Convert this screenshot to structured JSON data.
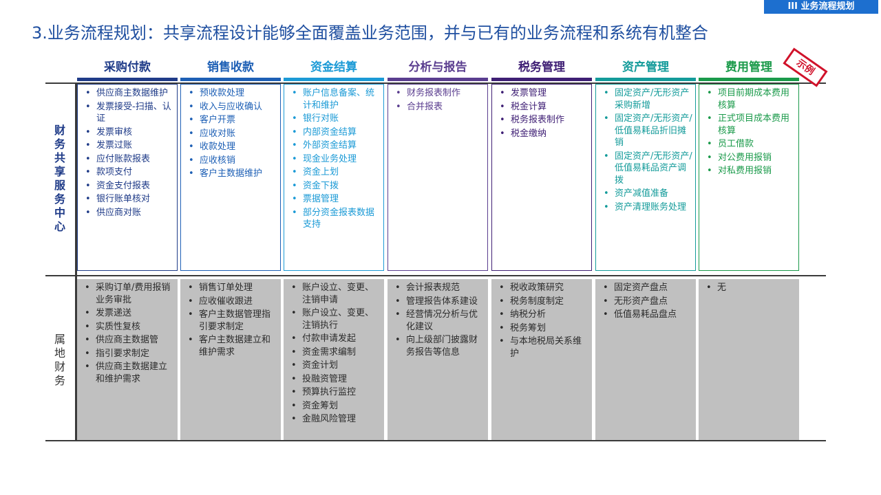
{
  "section_tag": "III 业务流程规划",
  "title": "3.业务流程规划：共享流程设计能够全面覆盖业务范围，并与已有的业务流程和系统有机整合",
  "stamp": "示例",
  "row_labels": {
    "top": "财务共享服务中心",
    "bottom": "属地财务"
  },
  "colors": {
    "title": "#1f4fa0",
    "columns": [
      "#1f3b88",
      "#1d5fb5",
      "#1b9ad6",
      "#5a3d8f",
      "#3e1e74",
      "#139b9a",
      "#1a9a4a"
    ]
  },
  "columns": [
    {
      "header": "采购付款",
      "shared": [
        "供应商主数据维护",
        "发票接受-扫描、认证",
        "发票审核",
        "发票过账",
        "应付账款报表",
        "款项支付",
        "资金支付报表",
        "银行账单核对",
        "供应商对账"
      ],
      "local": [
        "采购订单/费用报销业务审批",
        "发票递送",
        "实质性复核",
        "供应商主数据管",
        "指引要求制定",
        "供应商主数据建立和维护需求"
      ]
    },
    {
      "header": "销售收款",
      "shared": [
        "预收款处理",
        "收入与应收确认",
        "客户开票",
        "应收对账",
        "收款处理",
        "应收核销",
        "客户主数据维护"
      ],
      "local": [
        "销售订单处理",
        "应收催收跟进",
        "客户主数据管理指引要求制定",
        "客户主数据建立和维护需求"
      ]
    },
    {
      "header": "资金结算",
      "shared": [
        "账户信息备案、统计和维护",
        "银行对账",
        "内部资金结算",
        "外部资金结算",
        "现金业务处理",
        "资金上划",
        "资金下拨",
        "票据管理",
        "部分资金报表数据支持"
      ],
      "local": [
        "账户设立、变更、注销申请",
        "账户设立、变更、注销执行",
        "付款申请发起",
        "资金需求编制",
        "资金计划",
        "投融资管理",
        "预算执行监控",
        "资金筹划",
        "金融风险管理"
      ]
    },
    {
      "header": "分析与报告",
      "shared": [
        "财务报表制作",
        "合并报表"
      ],
      "local": [
        "会计报表规范",
        "管理报告体系建设",
        "经营情况分析与优化建议",
        "向上级部门披露财务报告等信息"
      ]
    },
    {
      "header": "税务管理",
      "shared": [
        "发票管理",
        "税金计算",
        "税务报表制作",
        "税金缴纳"
      ],
      "local": [
        "税收政策研究",
        "税务制度制定",
        "纳税分析",
        "税务筹划",
        "与本地税局关系维护"
      ]
    },
    {
      "header": "资产管理",
      "shared": [
        "固定资产/无形资产采购新增",
        "固定资产/无形资产/低值易耗品折旧摊销",
        "固定资产/无形资产/低值易耗品资产调拨",
        "资产减值准备",
        "资产清理账务处理"
      ],
      "local": [
        "固定资产盘点",
        "无形资产盘点",
        "低值易耗品盘点"
      ]
    },
    {
      "header": "费用管理",
      "shared": [
        "项目前期成本费用核算",
        "正式项目成本费用核算",
        "员工借款",
        "对公费用报销",
        "对私费用报销"
      ],
      "local": [
        "无"
      ]
    }
  ]
}
